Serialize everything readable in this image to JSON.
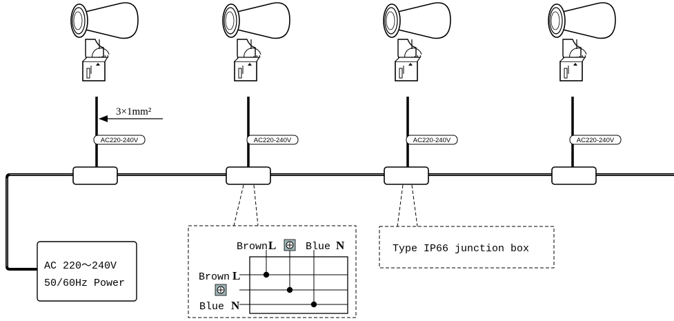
{
  "cable_spec": "3×1mm²",
  "lamp_voltage_tag": "AC220-240V",
  "power_source": {
    "line1": "AC 220～240V",
    "line2": "50/60Hz Power"
  },
  "wiring_detail": {
    "top_brown": "Brown",
    "top_L": "L",
    "top_blue": "Blue",
    "top_N": "N",
    "left_brown": "Brown",
    "left_L": "L",
    "left_blue": "Blue",
    "left_N": "N",
    "ground_icon": "ground-icon"
  },
  "junction_box_callout": "Type IP66 junction box",
  "lamp_count": 4
}
